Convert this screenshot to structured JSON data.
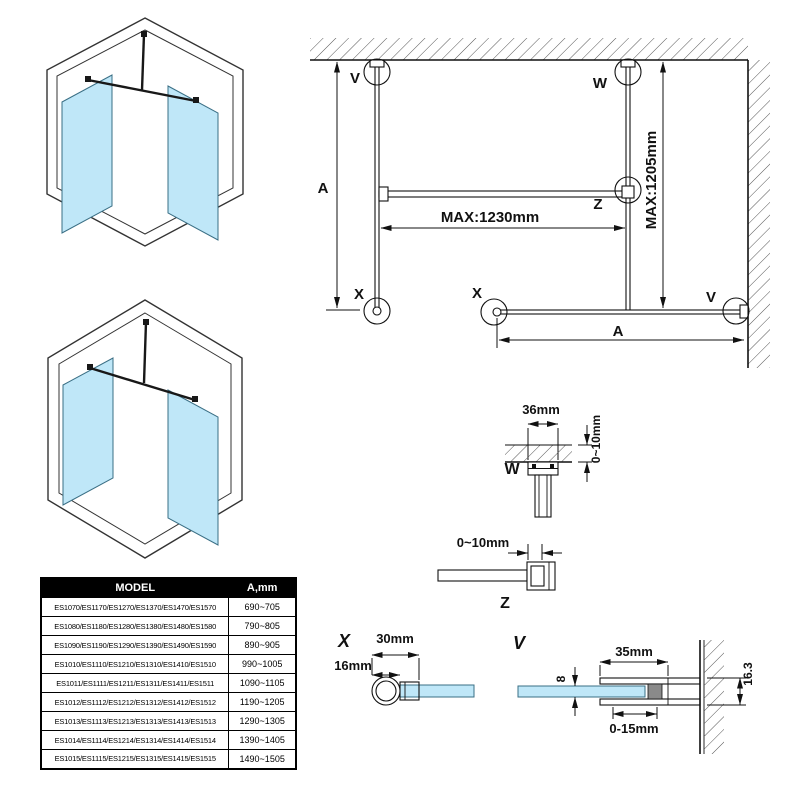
{
  "colors": {
    "glass": "#bfe7f8",
    "line": "#111111"
  },
  "plan": {
    "dim_a_left": "A",
    "dim_a_bottom": "A",
    "dim_max_width": "MAX:1230mm",
    "dim_max_height": "MAX:1205mm",
    "callout_v_top": "V",
    "callout_w": "W",
    "callout_z": "Z",
    "callout_x_left": "X",
    "callout_x_mid": "X",
    "callout_v_right": "V"
  },
  "detail_w": {
    "title": "W",
    "dim_width": "36mm",
    "dim_gap": "0~10mm"
  },
  "detail_z": {
    "title": "Z",
    "dim_gap": "0~10mm"
  },
  "detail_x": {
    "title": "X",
    "dim_width": "30mm",
    "dim_diameter": "16mm"
  },
  "detail_v": {
    "title": "V",
    "dim_width": "35mm",
    "dim_depth": "16.3",
    "dim_glass_thickness": "8",
    "dim_adjust": "0-15mm"
  },
  "table": {
    "headers": {
      "model": "MODEL",
      "a": "A,mm"
    },
    "rows": [
      {
        "model": "ES1070/ES1170/ES1270/ES1370/ES1470/ES1570",
        "a": "690~705"
      },
      {
        "model": "ES1080/ES1180/ES1280/ES1380/ES1480/ES1580",
        "a": "790~805"
      },
      {
        "model": "ES1090/ES1190/ES1290/ES1390/ES1490/ES1590",
        "a": "890~905"
      },
      {
        "model": "ES1010/ES1110/ES1210/ES1310/ES1410/ES1510",
        "a": "990~1005"
      },
      {
        "model": "ES1011/ES1111/ES1211/ES1311/ES1411/ES1511",
        "a": "1090~1105"
      },
      {
        "model": "ES1012/ES1112/ES1212/ES1312/ES1412/ES1512",
        "a": "1190~1205"
      },
      {
        "model": "ES1013/ES1113/ES1213/ES1313/ES1413/ES1513",
        "a": "1290~1305"
      },
      {
        "model": "ES1014/ES1114/ES1214/ES1314/ES1414/ES1514",
        "a": "1390~1405"
      },
      {
        "model": "ES1015/ES1115/ES1215/ES1315/ES1415/ES1515",
        "a": "1490~1505"
      }
    ]
  }
}
